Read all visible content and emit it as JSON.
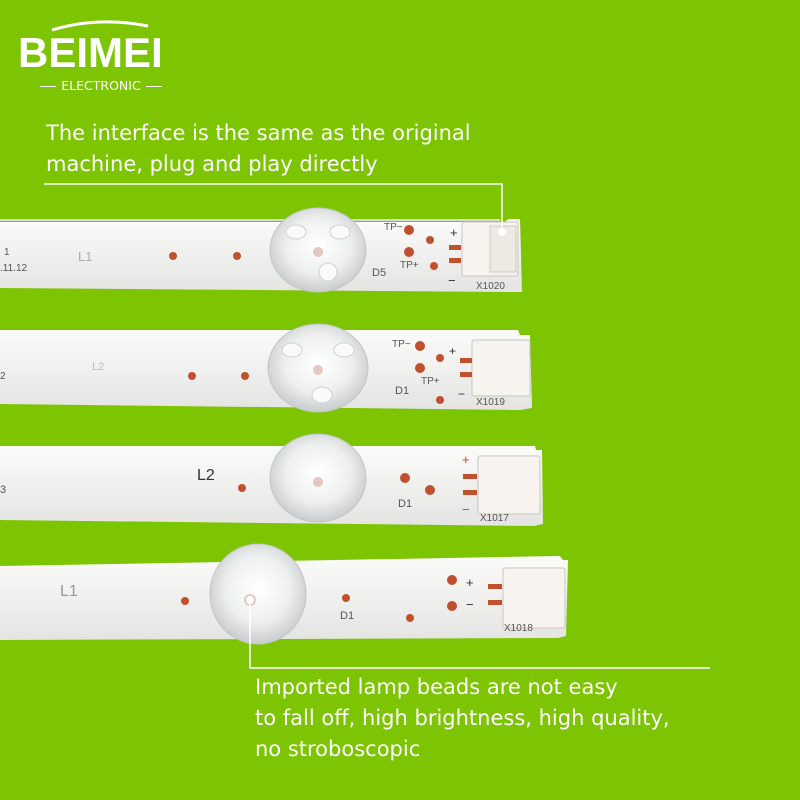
{
  "brand": {
    "name": "BEIMEI",
    "subtitle": "ELECTRONIC"
  },
  "captions": {
    "top": [
      "The interface is the same as the original",
      "machine, plug and play directly"
    ],
    "bottom": [
      "Imported lamp beads are not easy",
      "to fall off, high brightness, high quality,",
      "no stroboscopic"
    ]
  },
  "strips": [
    {
      "left_code": "1",
      "left_date": ".11.12",
      "mark": "L1",
      "lens": "D5",
      "tp_minus": "TP−",
      "tp_plus": "TP+",
      "plus": "+",
      "minus": "−",
      "connector": "X1020"
    },
    {
      "left_code": "2",
      "mark": "L2",
      "tp_minus": "TP−",
      "tp_plus": "TP+",
      "lens": "D1",
      "plus": "+",
      "minus": "−",
      "connector": "X1019"
    },
    {
      "left_code": "3",
      "mark": "L2",
      "lens": "D1",
      "plus": "+",
      "minus": "−",
      "connector": "X1017"
    },
    {
      "mark": "L1",
      "lens": "D1",
      "plus": "+",
      "minus": "−",
      "connector": "X1018"
    }
  ],
  "colors": {
    "background": "#7dc403",
    "strip": "#f4f4f2",
    "pad": "#c0502e",
    "callout_line": "#ffffff"
  }
}
